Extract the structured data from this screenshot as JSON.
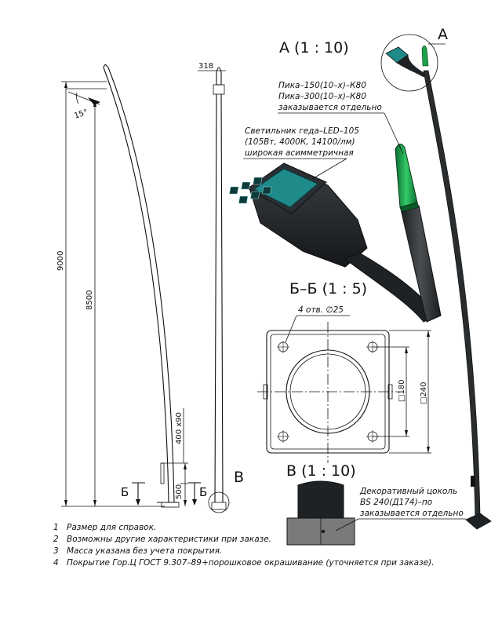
{
  "views": {
    "detail_a": {
      "title": "А (1 : 10)",
      "marker": "А"
    },
    "section_bb": {
      "title": "Б–Б (1 : 5)",
      "holes_label": "4 отв. ∅25",
      "dim_inner": "□180",
      "dim_outer": "□240"
    },
    "detail_v": {
      "title": "В (1 : 10)",
      "marker": "В"
    }
  },
  "dimensions": {
    "top_width": "318",
    "angle": "15°",
    "total_height": "9000",
    "height_8500": "8500",
    "hatch_size": "400 x90",
    "hatch_offset": "500",
    "section_left": "Б",
    "section_right": "Б"
  },
  "callouts": {
    "bracket_line1": "Пика–150(10–х)–К80",
    "bracket_line2": "Пика–300(10–х)–К80",
    "bracket_line3": "заказывается отдельно",
    "lamp_line1": "Светильник геда–LED–105",
    "lamp_line2": "(105Вт, 4000К, 14100/лм)",
    "lamp_line3": "широкая асимметричная",
    "base_line1": "Декоративный цоколь",
    "base_line2": "BS 240(Д174)–по",
    "base_line3": "заказывается отдельно"
  },
  "notes": [
    {
      "num": "1",
      "text": "Размер для справок."
    },
    {
      "num": "2",
      "text": "Возможны другие характеристики при заказе."
    },
    {
      "num": "3",
      "text": "Масса указана без учета покрытия."
    },
    {
      "num": "4",
      "text": "Покрытие Гор.Ц ГОСТ 9.307–89+порошковое окрашивание (уточняется при заказе)."
    }
  ],
  "colors": {
    "green": "#1aa34a",
    "dark": "#2a2d2f",
    "panel": "#1f8a8a",
    "base": "#777777"
  }
}
